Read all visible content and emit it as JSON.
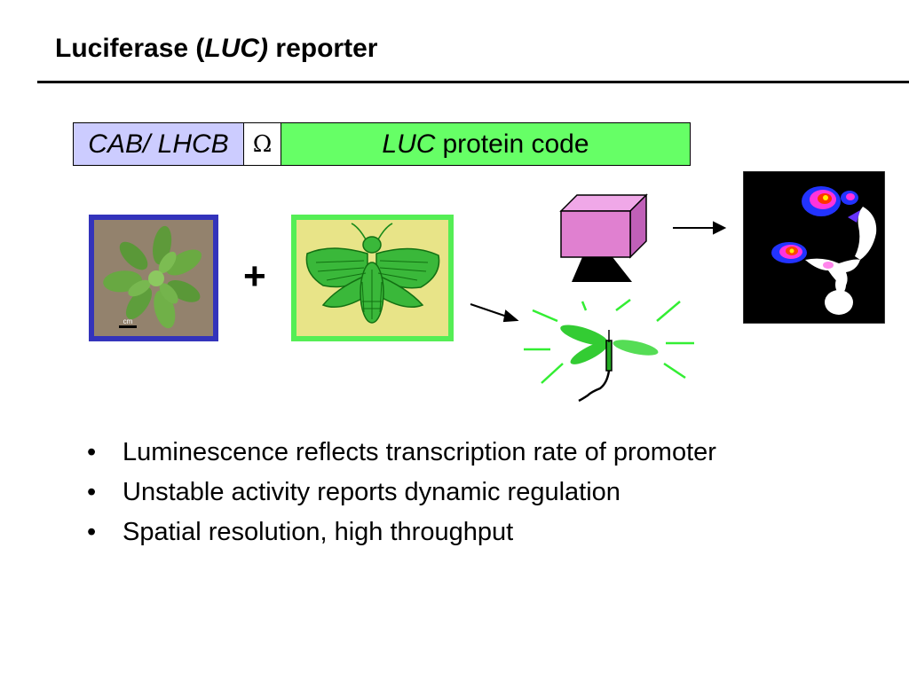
{
  "slide": {
    "title_prefix": "Luciferase (",
    "title_italic": "LUC)",
    "title_suffix": " reporter"
  },
  "construct": {
    "promoter": "CAB/ LHCB",
    "omega": "Ω",
    "luc_italic": "LUC",
    "luc_rest": "protein code"
  },
  "figure": {
    "plus": "+",
    "camera_label": "camera",
    "scale_label": "cm"
  },
  "bullets": {
    "marker": "•",
    "items": [
      "Luminescence reflects transcription rate of promoter",
      "Unstable activity reports dynamic regulation",
      "Spatial resolution, high throughput"
    ]
  },
  "colors": {
    "promoter_fill": "#ccccff",
    "luc_fill": "#66ff66",
    "plant_frame": "#3333bb",
    "moth_frame": "#55ee55",
    "camera_fill": "#e080d0",
    "glow_green": "#33ee33"
  }
}
